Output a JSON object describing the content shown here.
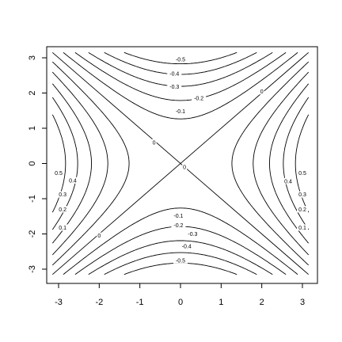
{
  "chart_data": {
    "type": "contour",
    "function": "z = (x^2 - y^2) / 16",
    "title": "",
    "xlabel": "",
    "ylabel": "",
    "xlim": [
      -3.3,
      3.4
    ],
    "ylim": [
      -3.3,
      3.3
    ],
    "x_ticks": [
      -3,
      -2,
      -1,
      0,
      1,
      2,
      3
    ],
    "y_ticks": [
      -3,
      -2,
      -1,
      0,
      1,
      2,
      3
    ],
    "contour_levels": [
      -0.5,
      -0.4,
      -0.3,
      -0.2,
      -0.1,
      0,
      0.1,
      0.2,
      0.3,
      0.4,
      0.5
    ],
    "level_labels": [
      {
        "level": -0.5,
        "text": "-0.5",
        "x": 0.0,
        "y": 2.95
      },
      {
        "level": -0.4,
        "text": "-0.4",
        "x": -0.15,
        "y": 2.55
      },
      {
        "level": -0.3,
        "text": "-0.3",
        "x": -0.15,
        "y": 2.18
      },
      {
        "level": -0.2,
        "text": "-0.2",
        "x": 0.45,
        "y": 1.85
      },
      {
        "level": -0.1,
        "text": "-0.1",
        "x": 0.0,
        "y": 1.48
      },
      {
        "level": -0.1,
        "text": "-0.1",
        "x": -0.05,
        "y": -1.48
      },
      {
        "level": -0.2,
        "text": "-0.2",
        "x": -0.05,
        "y": -1.75
      },
      {
        "level": -0.3,
        "text": "-0.3",
        "x": 0.3,
        "y": -2.0
      },
      {
        "level": -0.4,
        "text": "-0.4",
        "x": 0.15,
        "y": -2.35
      },
      {
        "level": -0.5,
        "text": "-0.5",
        "x": 0.0,
        "y": -2.75
      },
      {
        "level": 0.5,
        "text": "0.5",
        "x": -3.0,
        "y": -0.27
      },
      {
        "level": 0.4,
        "text": "0.4",
        "x": -2.65,
        "y": -0.48
      },
      {
        "level": 0.3,
        "text": "0.3",
        "x": -2.9,
        "y": -0.88
      },
      {
        "level": 0.2,
        "text": "0.2",
        "x": -2.9,
        "y": -1.3
      },
      {
        "level": 0.1,
        "text": "0.1",
        "x": -2.9,
        "y": -1.82
      },
      {
        "level": 0.5,
        "text": "0.5",
        "x": 3.0,
        "y": -0.27
      },
      {
        "level": 0.4,
        "text": "0.4",
        "x": 2.65,
        "y": -0.5
      },
      {
        "level": 0.3,
        "text": "0.3",
        "x": 3.0,
        "y": -0.88
      },
      {
        "level": 0.2,
        "text": "0.2",
        "x": 3.0,
        "y": -1.3
      },
      {
        "level": 0.1,
        "text": "0.1",
        "x": 3.0,
        "y": -1.82
      },
      {
        "level": 0,
        "text": "0",
        "x": 2.0,
        "y": 2.05
      },
      {
        "level": 0,
        "text": "0",
        "x": -2.0,
        "y": -2.05
      },
      {
        "level": 0,
        "text": "0",
        "x": -0.65,
        "y": 0.6
      },
      {
        "level": 0,
        "text": "0",
        "x": 0.1,
        "y": -0.1
      }
    ],
    "grid": false,
    "legend": "none"
  }
}
